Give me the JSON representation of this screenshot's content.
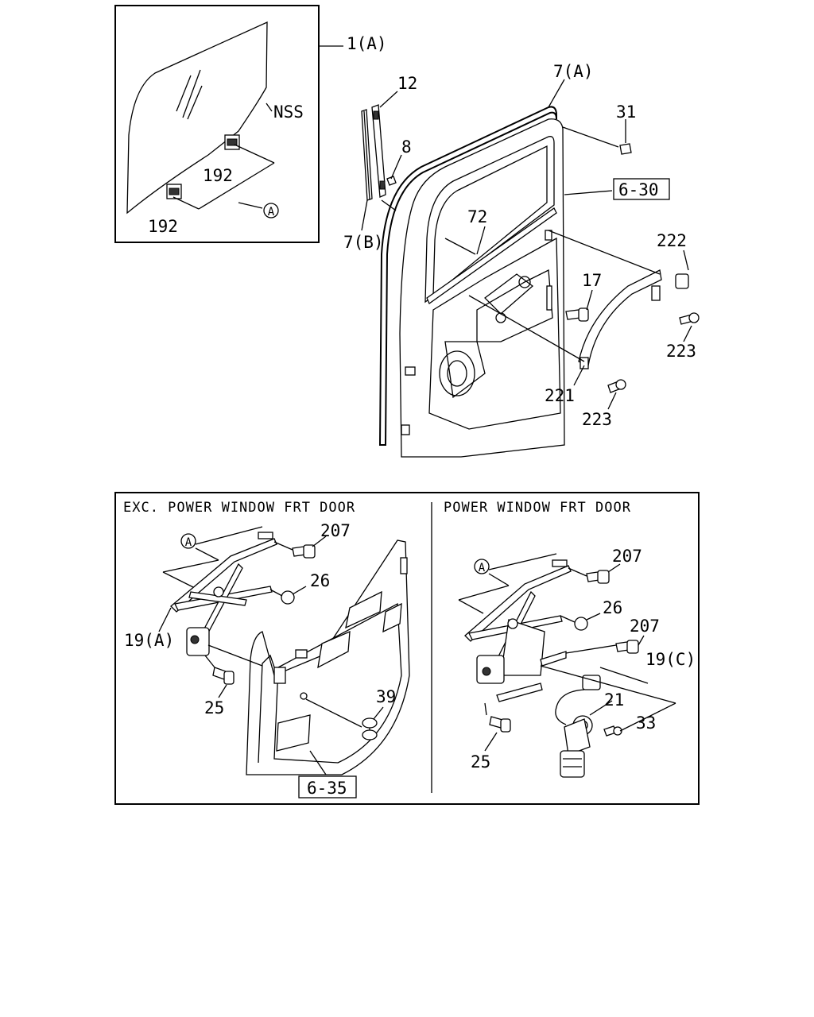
{
  "labels": {
    "glass": "1(A)",
    "nss": "NSS",
    "clip_upper": "192",
    "clip_lower": "192",
    "ref_a_top": "A",
    "channel": "12",
    "clip_8": "8",
    "run_channel": "7(B)",
    "weatherstrip": "7(A)",
    "plug": "31",
    "ref_6_30": "6-30",
    "beltline": "72",
    "cap": "222",
    "screw_17": "17",
    "screw_223_right": "223",
    "trim": "221",
    "screw_223_bottom": "223"
  },
  "panel_left": {
    "header": "EXC. POWER WINDOW FRT DOOR",
    "ref_a": "A",
    "bolt_207": "207",
    "nut_26": "26",
    "regulator": "19(A)",
    "bolt_25": "25",
    "clip_39": "39",
    "ref_6_35": "6-35"
  },
  "panel_right": {
    "header": "POWER WINDOW FRT DOOR",
    "ref_a": "A",
    "bolt_207_top": "207",
    "nut_26": "26",
    "bolt_207_mid": "207",
    "regulator": "19(C)",
    "motor": "21",
    "screw_33": "33",
    "bolt_25": "25"
  }
}
